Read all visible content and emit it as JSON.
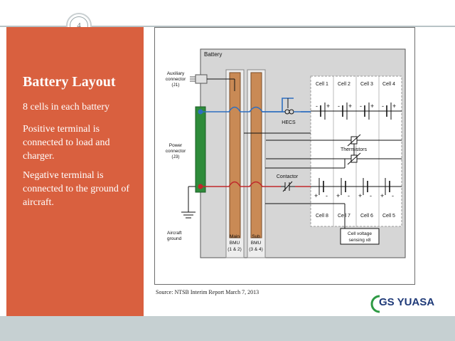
{
  "slide": {
    "number": "4",
    "title": "Battery Layout",
    "bullets": [
      "8 cells in each battery",
      "Positive terminal is connected to load and charger.",
      "Negative terminal is connected to the ground of aircraft."
    ],
    "source": "Source: NTSB Interim Report  March 7, 2013",
    "logo": "GS YUASA"
  },
  "diagram": {
    "box_label": "Battery",
    "aux_connector": [
      "Auxiliary",
      "connector",
      "(J1)"
    ],
    "power_connector": [
      "Power",
      "connector",
      "(J3)"
    ],
    "aircraft_ground": [
      "Aircraft",
      "ground"
    ],
    "main_bmu": [
      "Main",
      "BMU",
      "(1 & 2)"
    ],
    "sub_bmu": [
      "Sub",
      "BMU",
      "(3 & 4)"
    ],
    "hecs": "HECS",
    "contactor": "Contactor",
    "thermistors": "Thermistors",
    "cell_voltage": [
      "Cell voltage",
      "sensing x8"
    ],
    "cells_top": [
      "Cell 1",
      "Cell 2",
      "Cell 3",
      "Cell 4"
    ],
    "cells_bottom": [
      "Cell 8",
      "Cell 7",
      "Cell 6",
      "Cell 5"
    ],
    "colors": {
      "positive": "#2f6fc0",
      "negative": "#c0282b",
      "connector": "#2e8b3a",
      "bmu": "#c98a55"
    }
  }
}
